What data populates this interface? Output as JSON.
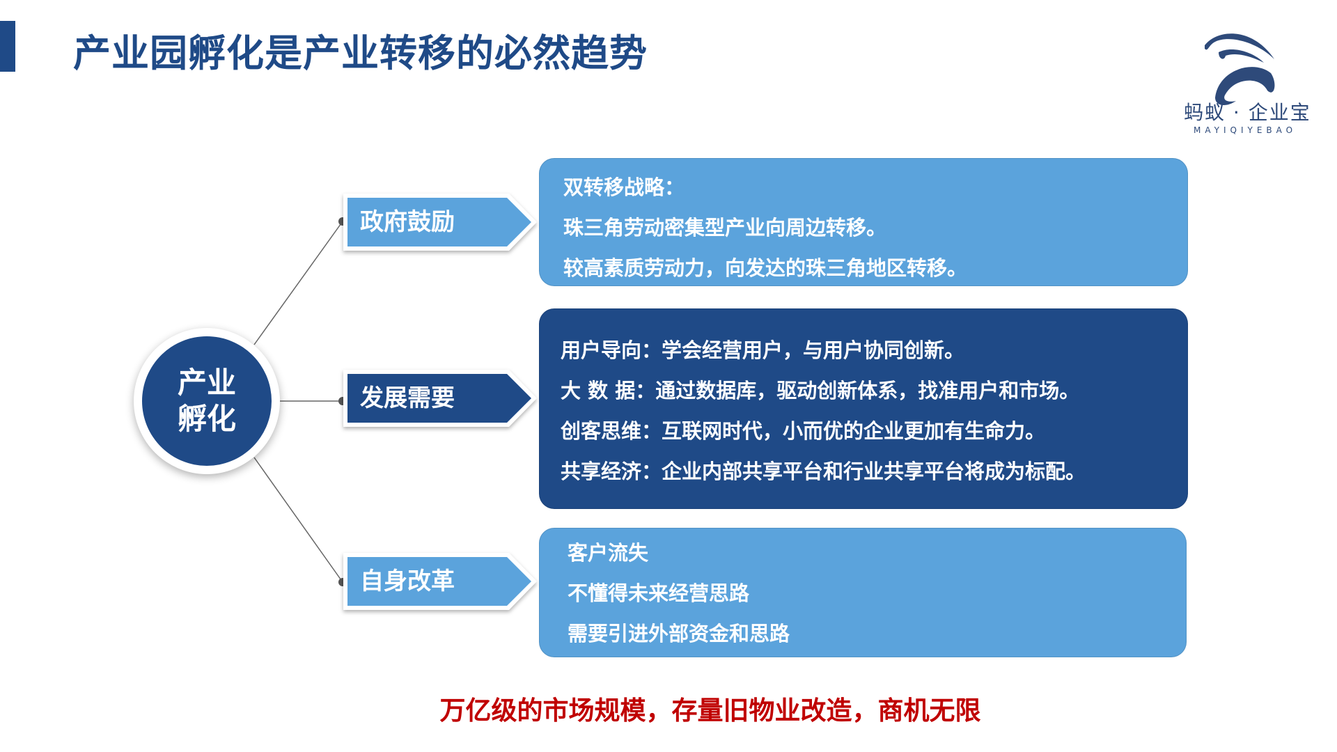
{
  "title": "产业园孵化是产业转移的必然趋势",
  "logo": {
    "cn": "蚂蚁 · 企业宝",
    "en": "MAYIQIYEBAO"
  },
  "center": {
    "line1": "产业",
    "line2": "孵化"
  },
  "branches": [
    {
      "label": "政府鼓励",
      "lines": [
        "双转移战略：",
        "珠三角劳动密集型产业向周边转移。",
        "较高素质劳动力，向发达的珠三角地区转移。"
      ]
    },
    {
      "label": "发展需要",
      "lines": [
        "用户导向：学会经营用户，与用户协同创新。",
        "大 数 据：通过数据库，驱动创新体系，找准用户和市场。",
        "创客思维：互联网时代，小而优的企业更加有生命力。",
        "共享经济：企业内部共享平台和行业共享平台将成为标配。"
      ]
    },
    {
      "label": "自身改革",
      "lines": [
        "客户流失",
        "不懂得未来经营思路",
        "需要引进外部资金和思路"
      ]
    }
  ],
  "footer": "万亿级的市场规模，存量旧物业改造，商机无限",
  "colors": {
    "dark": "#1F4A87",
    "light": "#5BA3DC",
    "red": "#C00000"
  }
}
